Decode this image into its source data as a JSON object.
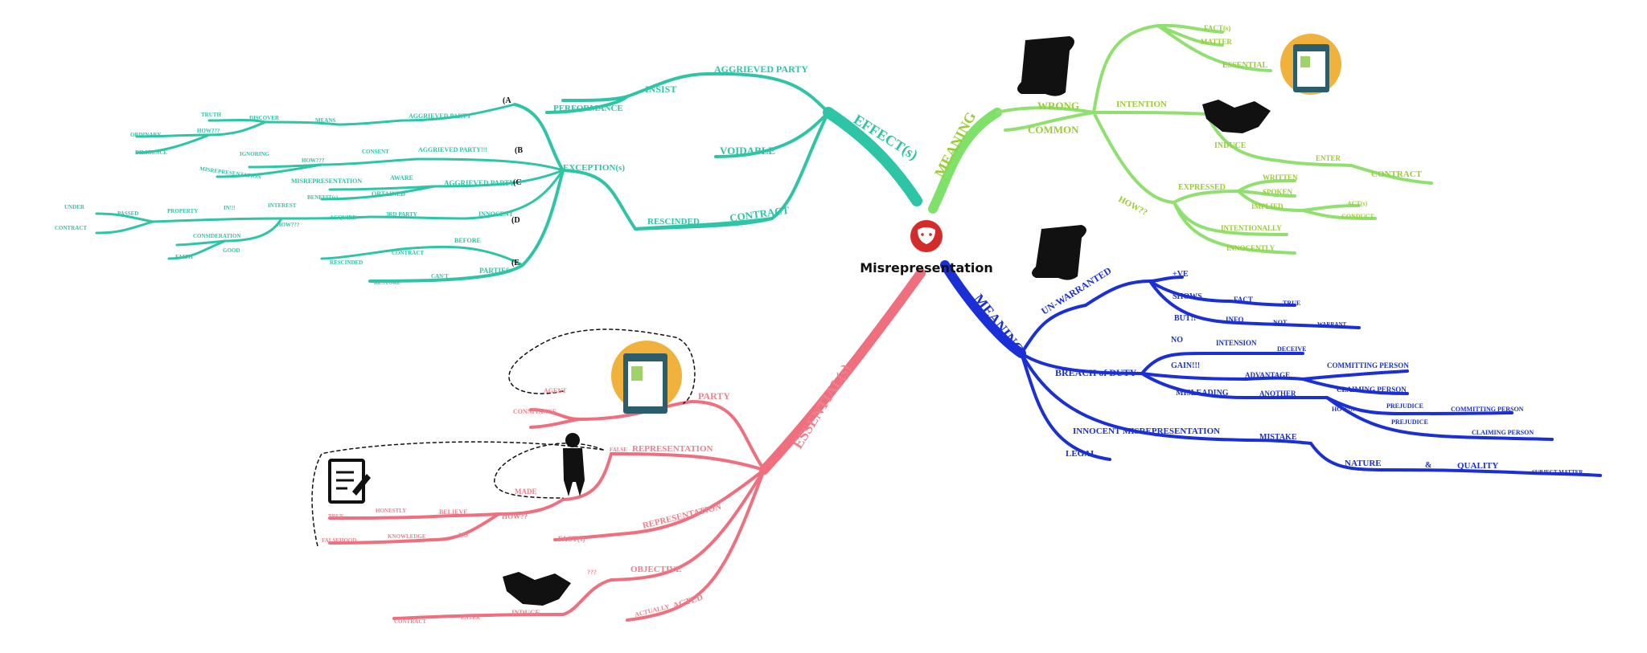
{
  "center": {
    "title": "Misrepresentation"
  },
  "colors": {
    "teal": "#2ec4a6",
    "green": "#90e070",
    "olive": "#9acd32",
    "blue": "#1a2fd6",
    "pink": "#ef6f7f",
    "center": "#d42b2b"
  },
  "icons": [
    "drama-mask-icon",
    "scroll-icon",
    "clipboard-icon",
    "handshake-icon",
    "document-edit-icon",
    "person-in-suit-icon"
  ],
  "effects": {
    "main": "EFFECT(s)",
    "aggrieved_party": "AGGRIEVED PARTY",
    "insist": "INSIST",
    "performance": "PERFORMANCE",
    "voidable": "VOIDABLE",
    "contract": "CONTRACT",
    "rescinded": "RESCINDED",
    "exceptions": "EXCEPTION(s)",
    "a": "(A",
    "b": "(B",
    "c": "(C",
    "d": "(D",
    "e": "(E",
    "a_aggrieved": "AGGRIEVED PARTY",
    "a_means": "MEANS",
    "a_discover": "DISCOVER",
    "a_truth": "TRUTH",
    "a_how": "HOW???",
    "a_ordinary": "ORDINARY",
    "a_diligence": "DILIGENCE",
    "b_aggrieved": "AGGRIEVED PARTY!!!",
    "b_consent": "CONSENT",
    "b_how": "HOW???",
    "b_ignoring": "IGNORING",
    "b_misrep": "MISREPRESENTATION",
    "c_aggrieved": "AGGRIEVED PARTY",
    "c_aware": "AWARE",
    "c_misrep": "MISREPRESENTATION",
    "c_obtained": "OBTAINED",
    "c_benefits": "BENEFIT(s)",
    "d_innocent": "INNOCENT",
    "d_3rd": "3RD PARTY",
    "d_acquire": "ACQUIRE",
    "d_interest": "INTEREST",
    "d_in": "IN!!!",
    "d_property": "PROPERTY",
    "d_passed": "PASSED",
    "d_under": "UNDER",
    "d_contract": "CONTRACT",
    "d_how": "HOW???",
    "d_consideration": "CONSIDERATION",
    "d_good": "GOOD",
    "d_faith": "FAITH",
    "e_before": "BEFORE",
    "e_contract": "CONTRACT",
    "e_rescinded": "RESCINDED",
    "e_parties": "PARTIES",
    "e_cant": "CAN'T",
    "e_restore": "RESTORE"
  },
  "meaning_green": {
    "main": "MEANING",
    "wrong": "WRONG",
    "common": "COMMON",
    "facts": "FACT(s)",
    "matter": "MATTER",
    "essential": "ESSENTIAL",
    "intention": "INTENTION",
    "induce": "INDUCE",
    "enter": "ENTER",
    "contract": "CONTRACT",
    "how": "HOW??",
    "expressed": "EXPRESSED",
    "written": "WRITTEN",
    "spoken": "SPOKEN",
    "implied": "IMPLIED",
    "acts": "ACT(s)",
    "conduct": "CONDUCT",
    "intentionally": "INTENTIONALLY",
    "innocently": "INNOCENTLY"
  },
  "meaning_blue": {
    "main": "MEANING",
    "unwarranted": "UN-WARRANTED",
    "ve": "+VE",
    "shows": "SHOWS",
    "fact": "FACT",
    "true": "TRUE",
    "but": "BUT!!",
    "info": "INFO",
    "not": "NOT",
    "warrant": "WARRANT",
    "breach": "BREACH of DUTY",
    "no": "NO",
    "intension": "INTENSION",
    "deceive": "DECEIVE",
    "gain": "GAIN!!!",
    "advantage": "ADVANTAGE",
    "committing_person": "COMMITTING PERSON",
    "claiming_person": "CLAIMING PERSON",
    "misleading": "MISLEADING",
    "another": "ANOTHER",
    "how": "HOW!!!",
    "prejudice1": "PREJUDICE",
    "committing_person2": "COMMITTING PERSON",
    "prejudice2": "PREJUDICE",
    "claiming_person2": "CLAIMING PERSON",
    "innocent_misrep": "INNOCENT MISREPRESENTATION",
    "mistake": "MISTAKE",
    "nature": "NATURE",
    "amp": "&",
    "quality": "QUALITY",
    "subject_matter": "SUBJECT MATTER",
    "legal": "LEGAL"
  },
  "essentials": {
    "main": "ESSENTIAL(s)",
    "party": "PARTY",
    "agent": "AGENT",
    "connivance": "CONNIVANCE",
    "false_rep_prefix": "FALSE",
    "false_rep": "REPRESENTATION",
    "made": "MADE",
    "how": "HOW??",
    "believe": "BELIEVE",
    "honestly": "HONESTLY",
    "true": "TRUE",
    "no": "NO",
    "knowledge": "KNOWLEDGE",
    "falsehood": "FALSEHOOD",
    "representation": "REPRESENTATION",
    "facts": "FACT(s)",
    "objective": "OBJECTIVE",
    "qqq": "???",
    "induce": "INDUCE",
    "enter": "ENTER",
    "contract": "CONTRACT",
    "actually": "ACTUALLY",
    "acted": "ACTED"
  }
}
